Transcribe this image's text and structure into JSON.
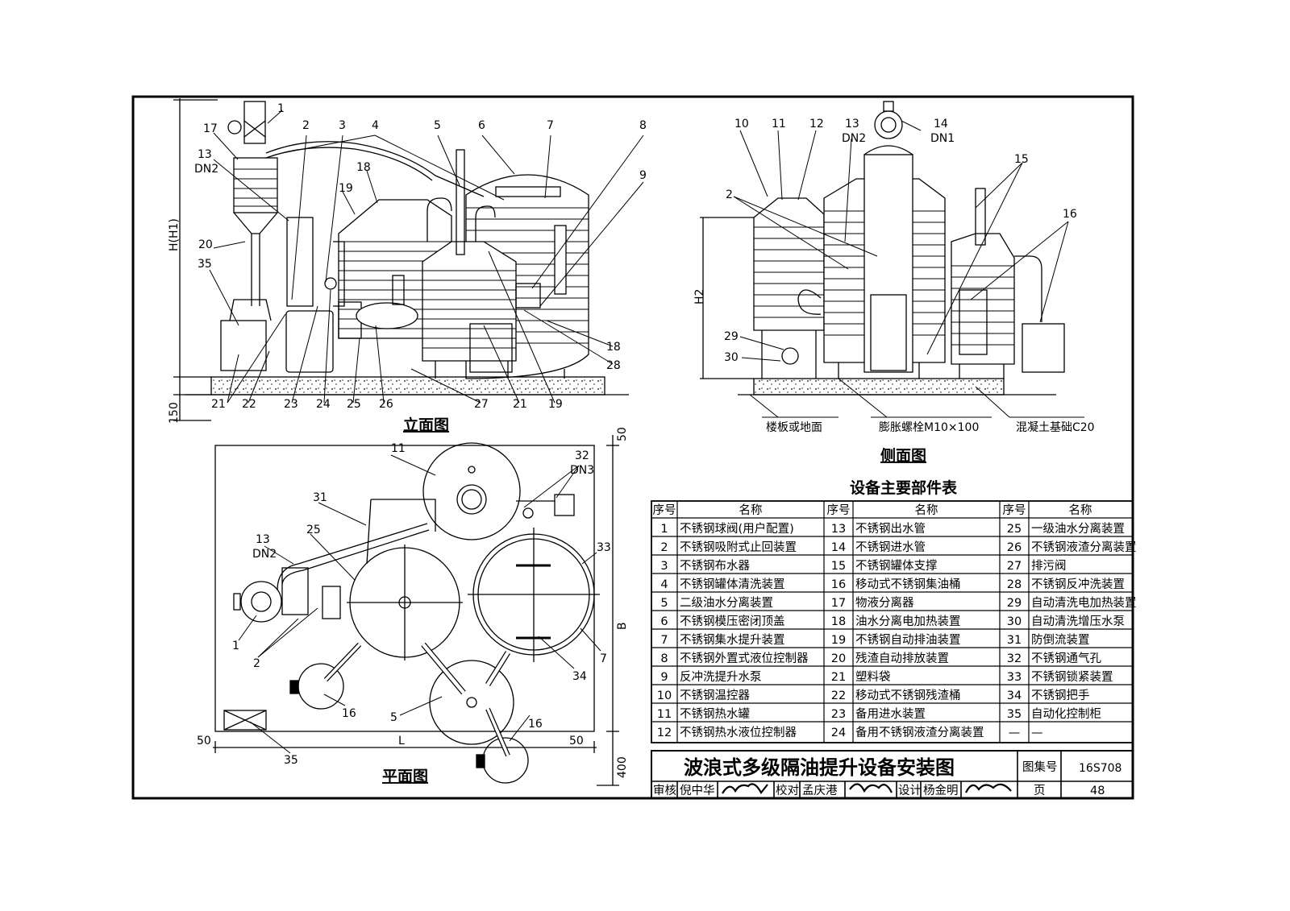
{
  "views": {
    "elevation": "立面图",
    "side": "侧面图",
    "plan": "平面图"
  },
  "elevation_callouts": [
    "1",
    "2",
    "3",
    "4",
    "5",
    "6",
    "7",
    "8",
    "9",
    "13",
    "DN2",
    "17",
    "18",
    "19",
    "20",
    "35",
    "18",
    "28",
    "21",
    "22",
    "23",
    "24",
    "25",
    "26",
    "27",
    "21",
    "19"
  ],
  "elevation_dims": [
    "H(H1)",
    "150"
  ],
  "side_callouts": [
    "10",
    "11",
    "12",
    "13",
    "DN2",
    "14",
    "DN1",
    "15",
    "16",
    "2",
    "29",
    "30"
  ],
  "side_dims": [
    "H2"
  ],
  "side_notes": [
    "楼板或地面",
    "膨胀螺栓M10×100",
    "混凝土基础C20"
  ],
  "plan_callouts": [
    "11",
    "32",
    "DN3",
    "31",
    "13",
    "DN2",
    "25",
    "33",
    "1",
    "2",
    "16",
    "5",
    "34",
    "7",
    "16",
    "35"
  ],
  "plan_dims": [
    "50",
    "50",
    "L",
    "50",
    "B",
    "400"
  ],
  "parts_table": {
    "title": "设备主要部件表",
    "headers": [
      "序号",
      "名称",
      "序号",
      "名称",
      "序号",
      "名称"
    ],
    "rows": [
      [
        "1",
        "不锈钢球阀(用户配置)",
        "13",
        "不锈钢出水管",
        "25",
        "一级油水分离装置"
      ],
      [
        "2",
        "不锈钢吸附式止回装置",
        "14",
        "不锈钢进水管",
        "26",
        "不锈钢液渣分离装置"
      ],
      [
        "3",
        "不锈钢布水器",
        "15",
        "不锈钢罐体支撑",
        "27",
        "排污阀"
      ],
      [
        "4",
        "不锈钢罐体清洗装置",
        "16",
        "移动式不锈钢集油桶",
        "28",
        "不锈钢反冲洗装置"
      ],
      [
        "5",
        "二级油水分离装置",
        "17",
        "物液分离器",
        "29",
        "自动清洗电加热装置"
      ],
      [
        "6",
        "不锈钢模压密闭顶盖",
        "18",
        "油水分离电加热装置",
        "30",
        "自动清洗增压水泵"
      ],
      [
        "7",
        "不锈钢集水提升装置",
        "19",
        "不锈钢自动排油装置",
        "31",
        "防倒流装置"
      ],
      [
        "8",
        "不锈钢外置式液位控制器",
        "20",
        "残渣自动排放装置",
        "32",
        "不锈钢通气孔"
      ],
      [
        "9",
        "反冲洗提升水泵",
        "21",
        "塑料袋",
        "33",
        "不锈钢锁紧装置"
      ],
      [
        "10",
        "不锈钢温控器",
        "22",
        "移动式不锈钢残渣桶",
        "34",
        "不锈钢把手"
      ],
      [
        "11",
        "不锈钢热水罐",
        "23",
        "备用进水装置",
        "35",
        "自动化控制柜"
      ],
      [
        "12",
        "不锈钢热水液位控制器",
        "24",
        "备用不锈钢液渣分离装置",
        "—",
        "—"
      ]
    ]
  },
  "title_block": {
    "drawing_title": "波浪式多级隔油提升设备安装图",
    "atlas_label": "图集号",
    "atlas_no": "16S708",
    "review_label": "审核",
    "reviewer": "倪中华",
    "check_label": "校对",
    "checker": "孟庆港",
    "design_label": "设计",
    "designer": "杨金明",
    "page_label": "页",
    "page_no": "48"
  }
}
